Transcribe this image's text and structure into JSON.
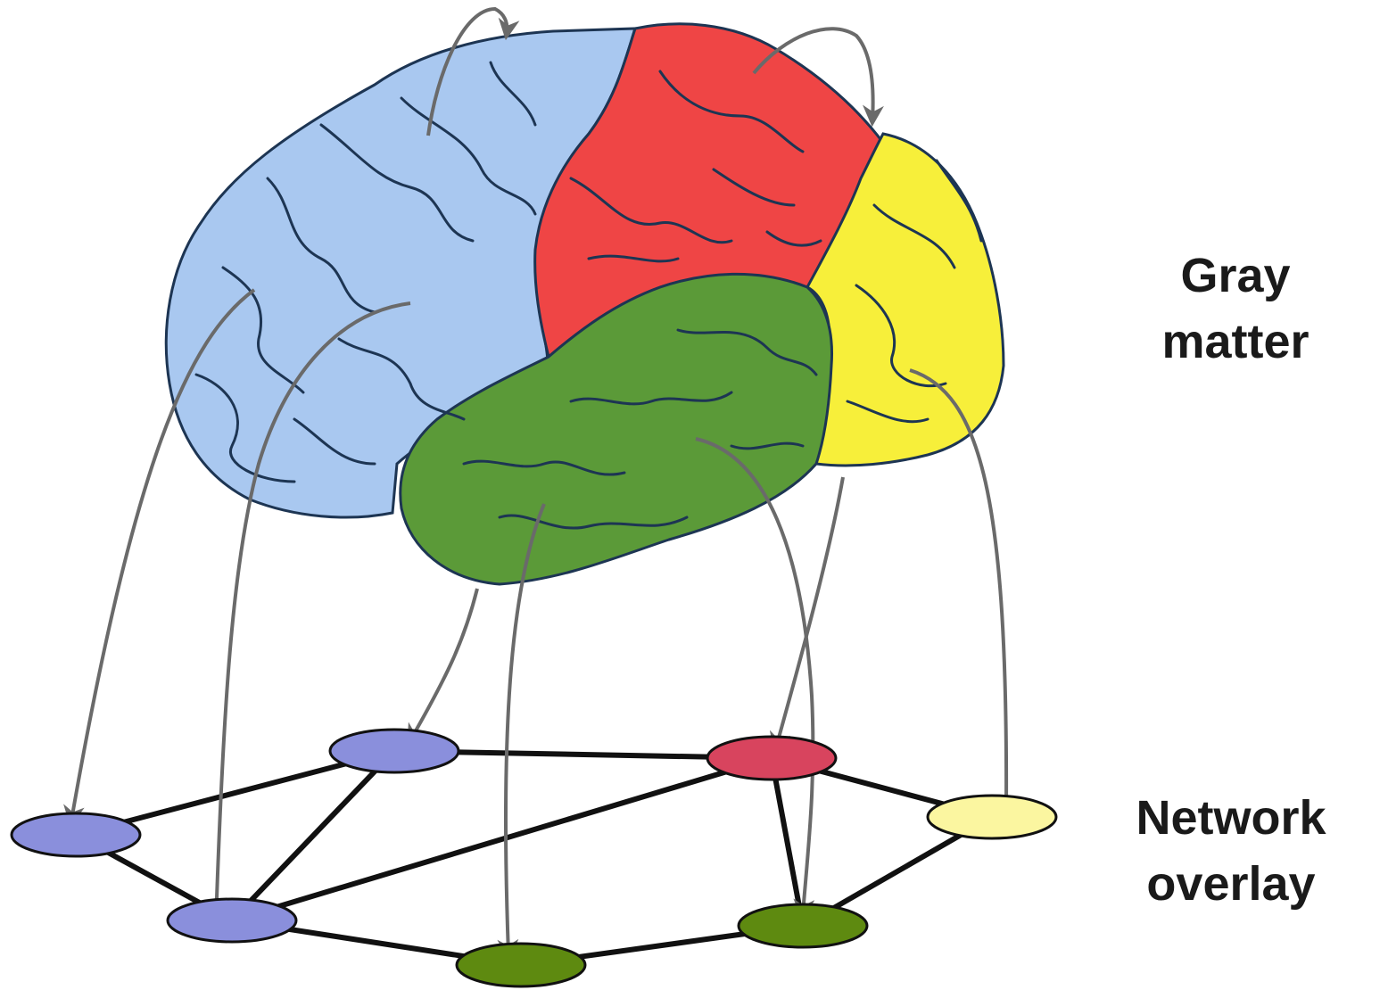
{
  "labels": {
    "gray_matter": [
      "Gray",
      "matter"
    ],
    "network_overlay": [
      "Network",
      "overlay"
    ]
  },
  "colors": {
    "frontal": "#a9c8f0",
    "parietal": "#ef4545",
    "occipital": "#f7ef3a",
    "temporal": "#5b9a38",
    "node_blue": "#8a8fdc",
    "node_red": "#d8445e",
    "node_yellow": "#fbf6a0",
    "node_green": "#5e8a10",
    "arrow": "#6a6a6a",
    "edge": "#111111",
    "sulci": "#1d3553"
  },
  "nodes": [
    {
      "id": "n1",
      "region": "frontal"
    },
    {
      "id": "n2",
      "region": "frontal"
    },
    {
      "id": "n3",
      "region": "frontal"
    },
    {
      "id": "n4",
      "region": "parietal"
    },
    {
      "id": "n5",
      "region": "occipital"
    },
    {
      "id": "n6",
      "region": "temporal"
    },
    {
      "id": "n7",
      "region": "temporal"
    }
  ],
  "edges": [
    [
      "n1",
      "n2"
    ],
    [
      "n1",
      "n3"
    ],
    [
      "n2",
      "n4"
    ],
    [
      "n2",
      "n3"
    ],
    [
      "n3",
      "n4"
    ],
    [
      "n3",
      "n6"
    ],
    [
      "n4",
      "n5"
    ],
    [
      "n4",
      "n7"
    ],
    [
      "n5",
      "n7"
    ],
    [
      "n6",
      "n7"
    ]
  ]
}
